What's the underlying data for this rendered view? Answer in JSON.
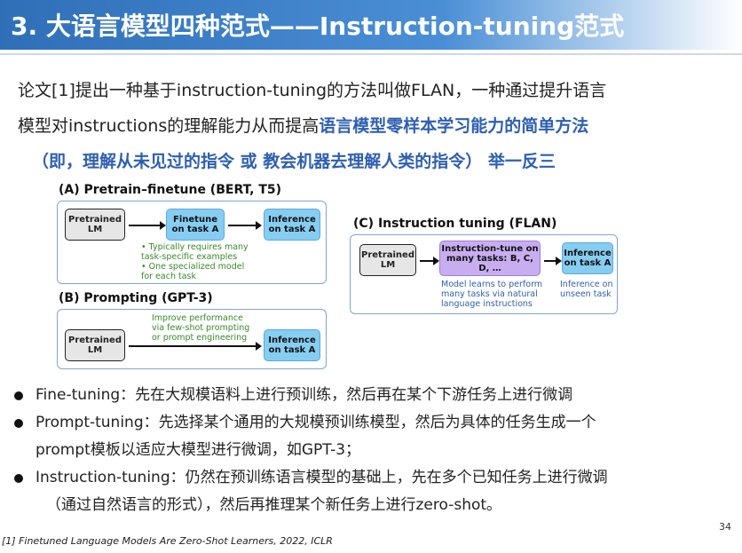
{
  "title": "3. 大语言模型四种范式——Instruction-tuning范式",
  "intro": {
    "line1": "论文[1]提出一种基于instruction-tuning的方法叫做FLAN，一种通过提升语言",
    "line2_plain": "模型对instructions的理解能力从而提高",
    "line2_emph": "语言模型零样本学习能力的简单方法",
    "line3": "（即，理解从未见过的指令 或 教会机器去理解人类的指令） 举一反三"
  },
  "figure": {
    "a": {
      "title": "(A) Pretrain–finetune (BERT, T5)",
      "box1": "Pretrained LM",
      "box2": "Finetune on task A",
      "box3": "Inference on task A",
      "notes": [
        "• Typically requires many",
        "   task-specific examples",
        "• One specialized model",
        "   for each task"
      ]
    },
    "b": {
      "title": "(B) Prompting (GPT-3)",
      "box1": "Pretrained LM",
      "box2": "Inference on task A",
      "notes": [
        "Improve performance",
        "via few-shot prompting",
        "or prompt engineering"
      ]
    },
    "c": {
      "title": "(C) Instruction tuning (FLAN)",
      "box1": "Pretrained LM",
      "box2": "Instruction-tune on many tasks: B, C, D, …",
      "box3": "Inference on task A",
      "note_mid": [
        "Model learns to perform",
        "many tasks via natural",
        "language instructions"
      ],
      "note_right": [
        "Inference on",
        "unseen task"
      ]
    }
  },
  "bullets": [
    {
      "text": "Fine-tuning：先在大规模语料上进行预训练，然后再在某个下游任务上进行微调",
      "cont": ""
    },
    {
      "text": "Prompt-tuning：先选择某个通用的大规模预训练模型，然后为具体的任务生成一个",
      "cont": "prompt模板以适应大模型进行微调，如GPT-3；"
    },
    {
      "text": "Instruction-tuning：仍然在预训练语言模型的基础上，先在多个已知任务上进行微调",
      "cont": "（通过自然语言的形式），然后再推理某个新任务上进行zero-shot。"
    }
  ],
  "footnote": "[1] Finetuned Language Models Are Zero-Shot Learners, 2022, ICLR",
  "page_number": "34",
  "colors": {
    "title_bar": "#2f6fb8",
    "emphasis": "#2e5fb1",
    "box_blue": "#86cdf2",
    "box_purple": "#c8aef0",
    "note_green": "#3a8a2a"
  }
}
